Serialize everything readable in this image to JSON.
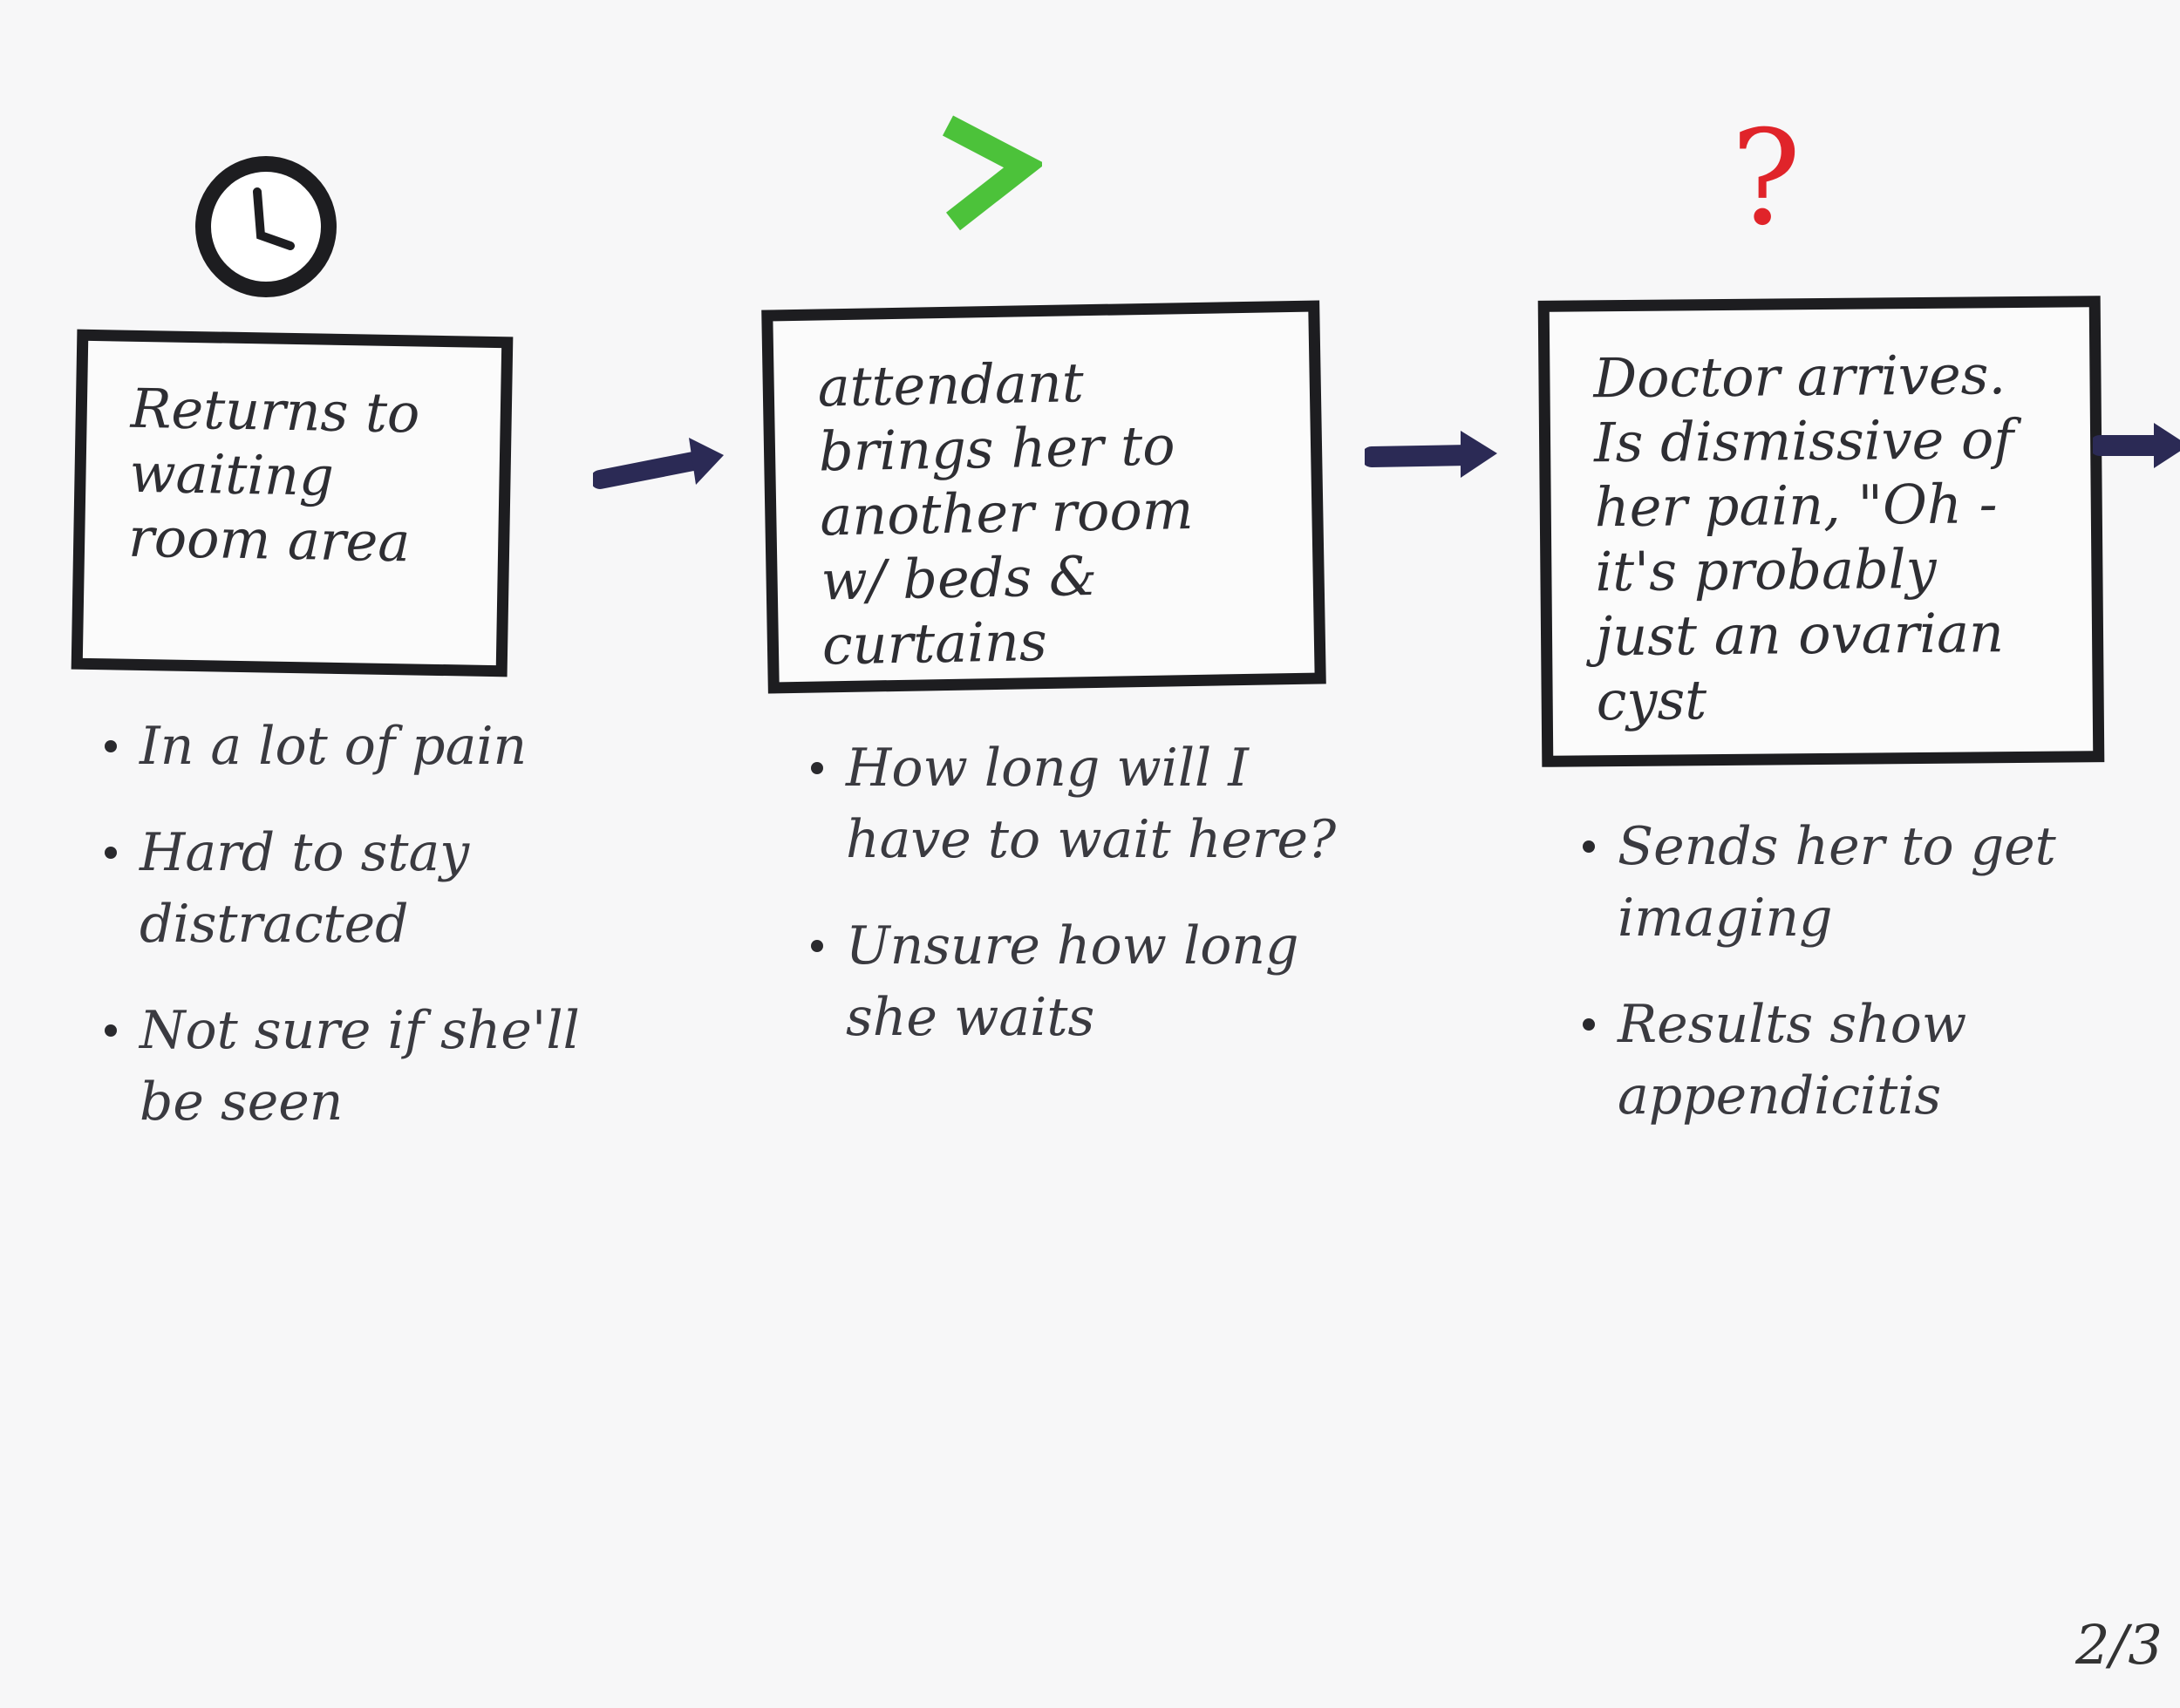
{
  "steps": [
    {
      "icon": "clock-icon",
      "icon_color": "#1d1d20",
      "box_text": "Returns to waiting room area",
      "notes": [
        "In a lot of pain",
        "Hard to stay distracted",
        "Not sure if she'll be seen"
      ]
    },
    {
      "icon": "green-chevron-icon",
      "icon_color": "#4cc23a",
      "box_text": "attendant brings her to another room w/ beds & curtains",
      "notes": [
        "How long will I have to wait here?",
        "Unsure how long she waits"
      ]
    },
    {
      "icon": "red-question-icon",
      "icon_color": "#e0242a",
      "box_text": "Doctor arrives. Is dismissive of her pain, \"Oh - it's probably just an ovarian cyst",
      "notes": [
        "Sends her to get imaging",
        "Results show appendicitis"
      ]
    }
  ],
  "arrow_color": "#2b2a55",
  "page_number": "2/3"
}
